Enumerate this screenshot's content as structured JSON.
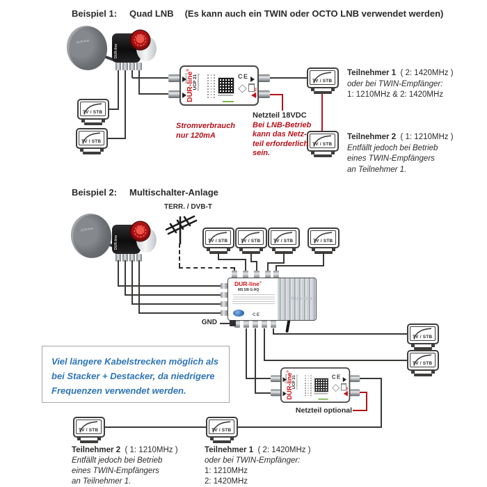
{
  "tv_label": "TV / STB",
  "dish_brand": "DUR-line",
  "device": {
    "brand": "DUR-line",
    "reg": "®",
    "model": "UCP 21",
    "model_sub": "Einkabellösung",
    "ce": "CE",
    "input_label": "Eingang",
    "power_label": "18V DC"
  },
  "multiswitch": {
    "brand": "DUR-line",
    "reg": "®",
    "model": "MS 5/8 G-HQ",
    "ce": "CE",
    "emboss": "DUR-line"
  },
  "example1": {
    "heading_label": "Beispiel 1:",
    "heading_title": "Quad LNB",
    "heading_note": "(Es kann auch ein TWIN oder OCTO LNB verwendet werden)",
    "stromverbrauch_1": "Stromverbrauch",
    "stromverbrauch_2": "nur 120mA",
    "netzteil_title": "Netzteil 18VDC",
    "netzteil_note": [
      "Bei LNB-Betrieb",
      "kann das Netz-",
      "teil erforderlich",
      "sein."
    ],
    "t1_name": "Teilnehmer 1",
    "t1_freq": "( 2: 1420MHz )",
    "t1_lines": [
      "oder bei TWIN-Empfänger:",
      "1: 1210MHz & 2: 1420MHz"
    ],
    "t2_name": "Teilnehmer 2",
    "t2_freq": "( 1: 1210MHz )",
    "t2_lines": [
      "Entfällt jedoch bei Betrieb",
      "eines TWIN-Empfängers",
      "an Teilnehmer 1."
    ]
  },
  "example2": {
    "heading_label": "Beispiel 2:",
    "heading_title": "Multischalter-Anlage",
    "terr_label": "TERR. / DVB-T",
    "gnd_label": "GND",
    "info_lines": [
      "Viel längere Kabelstrecken möglich als",
      "bei Stacker + Destacker, da niedrigere",
      "Frequenzen verwendet werden."
    ],
    "netzteil_label": "Netzteil optional",
    "t1_name": "Teilnehmer 1",
    "t1_freq": "( 2: 1420MHz )",
    "t1_lines": [
      "oder bei TWIN-Empfänger:",
      "1: 1210MHz",
      "2: 1420MHz"
    ],
    "t2_name": "Teilnehmer 2",
    "t2_freq": "( 1: 1210MHz )",
    "t2_lines": [
      "Entfällt jedoch bei Betrieb",
      "eines TWIN-Empfängers",
      "an Teilnehmer 1."
    ]
  },
  "colors": {
    "wire_red": "#b5121b",
    "brand_red": "#cf1217",
    "info_blue": "#2e74b5"
  }
}
